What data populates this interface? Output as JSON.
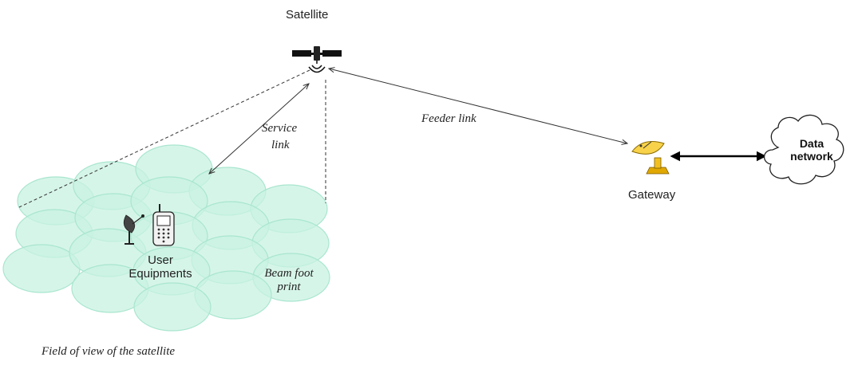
{
  "diagram": {
    "satellite_label": "Satellite",
    "service_link_label": [
      "Service",
      "link"
    ],
    "feeder_link_label": "Feeder link",
    "gateway_label": "Gateway",
    "data_network_label": [
      "Data",
      "network"
    ],
    "user_equipment_label": [
      "User",
      "Equipments"
    ],
    "beam_footprint_label": [
      "Beam foot",
      "print"
    ],
    "field_of_view_label": "Field of view of the satellite"
  },
  "colors": {
    "beam_fill": "#c8f2e2",
    "beam_stroke": "#a9e6cf",
    "gateway_dish": "#f2c01e",
    "satellite": "#111111"
  },
  "icons": [
    "satellite-icon",
    "gateway-dish-icon",
    "cloud-icon",
    "user-dish-icon",
    "handset-icon"
  ]
}
